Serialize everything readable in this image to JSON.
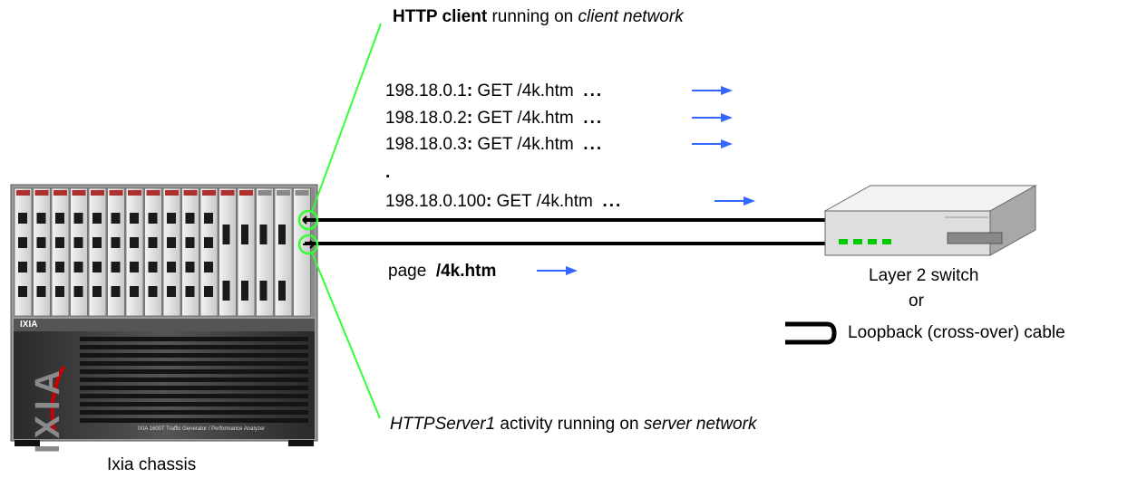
{
  "client_label": {
    "bold": "HTTP client",
    "middle": " running on ",
    "italic": "client network"
  },
  "requests": [
    {
      "ip": "198.18.0.1",
      "sep": ":",
      "method": " GET ",
      "path": "/4k.htm",
      "dots": "..."
    },
    {
      "ip": "198.18.0.2",
      "sep": ":",
      "method": " GET ",
      "path": "/4k.htm",
      "dots": "..."
    },
    {
      "ip": "198.18.0.3",
      "sep": ":",
      "method": " GET ",
      "path": "/4k.htm",
      "dots": "..."
    },
    {
      "ip": "198.18.0.100",
      "sep": ":",
      "method": " GET ",
      "path": "/4k.htm",
      "dots": "..."
    }
  ],
  "ellipsis_dot": ".",
  "response": {
    "prefix": "page ",
    "path": "/4k.htm"
  },
  "switch_label": "Layer 2 switch",
  "or_label": "or",
  "cable_label": "Loopback (cross-over) cable",
  "server_label": {
    "italic1": "HTTPServer1",
    "middle": " activity running on ",
    "italic2": "server network"
  },
  "chassis_label": "Ixia chassis",
  "chassis_brand": "IXIA",
  "chassis_small_brand": "IXIA",
  "chassis_model": "IXIA 1600T Traffic Generator / Performance Analyzer",
  "colors": {
    "callout_line": "#33ff33",
    "arrow": "#3366ff",
    "chassis_top": "#b8b8b8",
    "chassis_body": "#3a3a3a",
    "switch": "#e6e6e6",
    "switch_led": "#00cc00",
    "brand_red": "#cc0000"
  }
}
